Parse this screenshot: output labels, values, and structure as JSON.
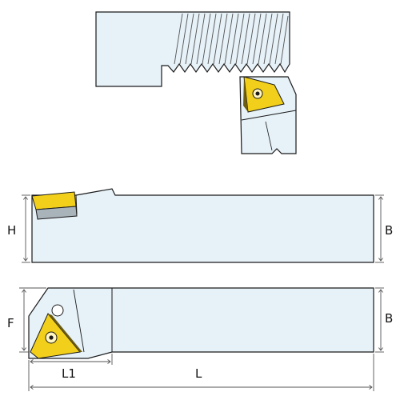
{
  "colors": {
    "body_fill": "#e6f1f8",
    "outline": "#1a1a1a",
    "insert_yellow": "#f2cf1a",
    "insert_dark": "#6d5d10",
    "shim_gray": "#a9b3ba",
    "dim_line": "#555555"
  },
  "labels": {
    "height": "H",
    "width_side": "B",
    "width_top": "B",
    "offset": "F",
    "head_length": "L1",
    "overall_length": "L"
  }
}
